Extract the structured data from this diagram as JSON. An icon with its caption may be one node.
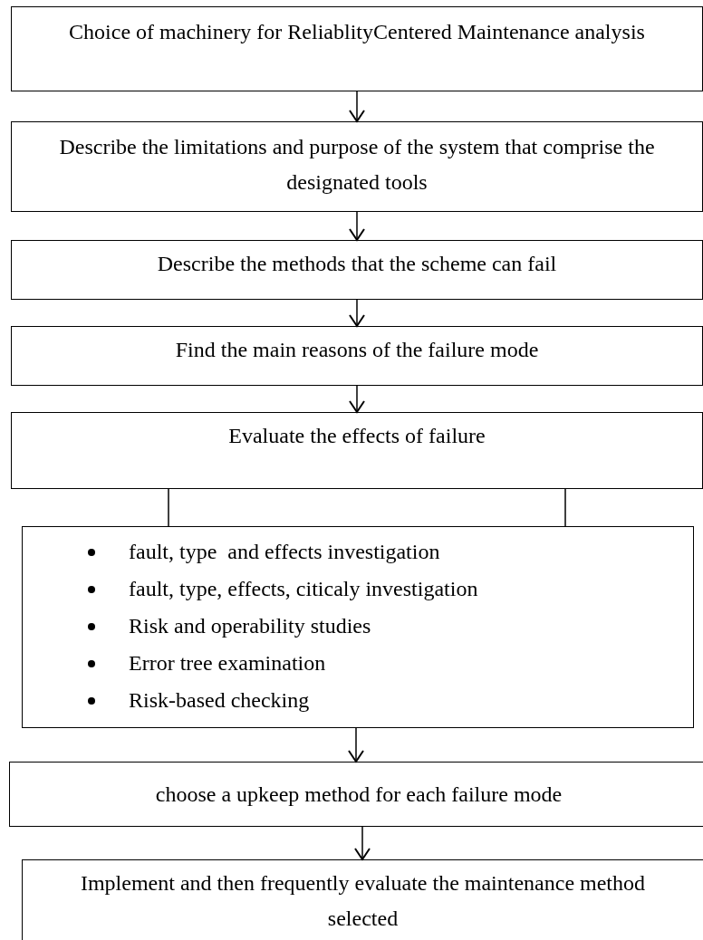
{
  "diagram": {
    "nodes": [
      {
        "text": [
          "Choice of machinery for ReliablityCentered Maintenance analysis"
        ]
      },
      {
        "text": [
          "Describe the limitations and purpose of the system that comprise the designated tools"
        ]
      },
      {
        "text": [
          "Describe the methods that the scheme can fail"
        ]
      },
      {
        "text": [
          "Find the main reasons of the failure mode"
        ]
      },
      {
        "text": [
          "Evaluate the effects of failure"
        ]
      },
      {
        "text": [
          "fault, type  and effects investigation",
          "fault, type, effects, citicaly investigation",
          "Risk and operability studies",
          "Error tree examination",
          "Risk-based checking"
        ]
      },
      {
        "text": [
          "choose a upkeep method for each failure mode"
        ]
      },
      {
        "text": [
          "Implement and then frequently evaluate the maintenance method selected"
        ]
      }
    ],
    "edges": [
      {
        "from": 0,
        "to": 1,
        "arrow": "to"
      },
      {
        "from": 1,
        "to": 2,
        "arrow": "to"
      },
      {
        "from": 2,
        "to": 3,
        "arrow": "to"
      },
      {
        "from": 3,
        "to": 4,
        "arrow": "to"
      },
      {
        "from": 4,
        "to": 5,
        "arrow": "none"
      },
      {
        "from": 4,
        "to": 5,
        "arrow": "none"
      },
      {
        "from": 5,
        "to": 6,
        "arrow": "to"
      },
      {
        "from": 6,
        "to": 7,
        "arrow": "to"
      }
    ]
  }
}
